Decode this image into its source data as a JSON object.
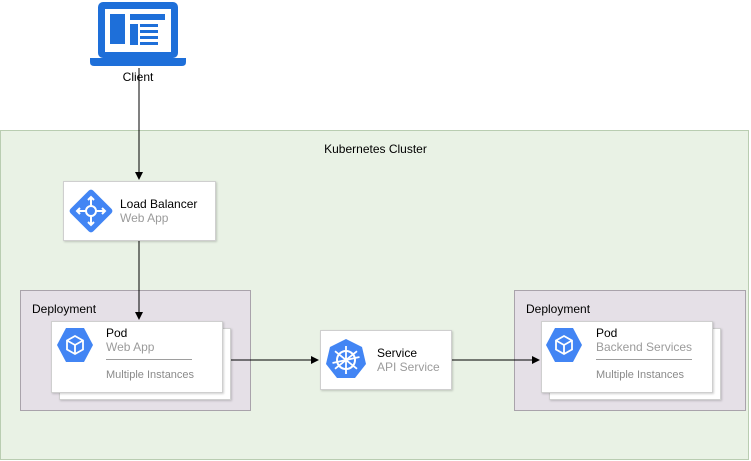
{
  "client": {
    "label": "Client"
  },
  "cluster": {
    "title": "Kubernetes Cluster"
  },
  "load_balancer": {
    "title": "Load Balancer",
    "subtitle": "Web App"
  },
  "deployment_left": {
    "title": "Deployment",
    "pod": {
      "title": "Pod",
      "subtitle": "Web App",
      "footer": "Multiple Instances"
    }
  },
  "service": {
    "title": "Service",
    "subtitle": "API Service"
  },
  "deployment_right": {
    "title": "Deployment",
    "pod": {
      "title": "Pod",
      "subtitle": "Backend Services",
      "footer": "Multiple Instances"
    }
  },
  "colors": {
    "icon_blue": "#4285f4",
    "client_blue": "#1e6fd9",
    "cluster_bg": "#e9f2e5",
    "deployment_bg": "#e5e0e7"
  }
}
